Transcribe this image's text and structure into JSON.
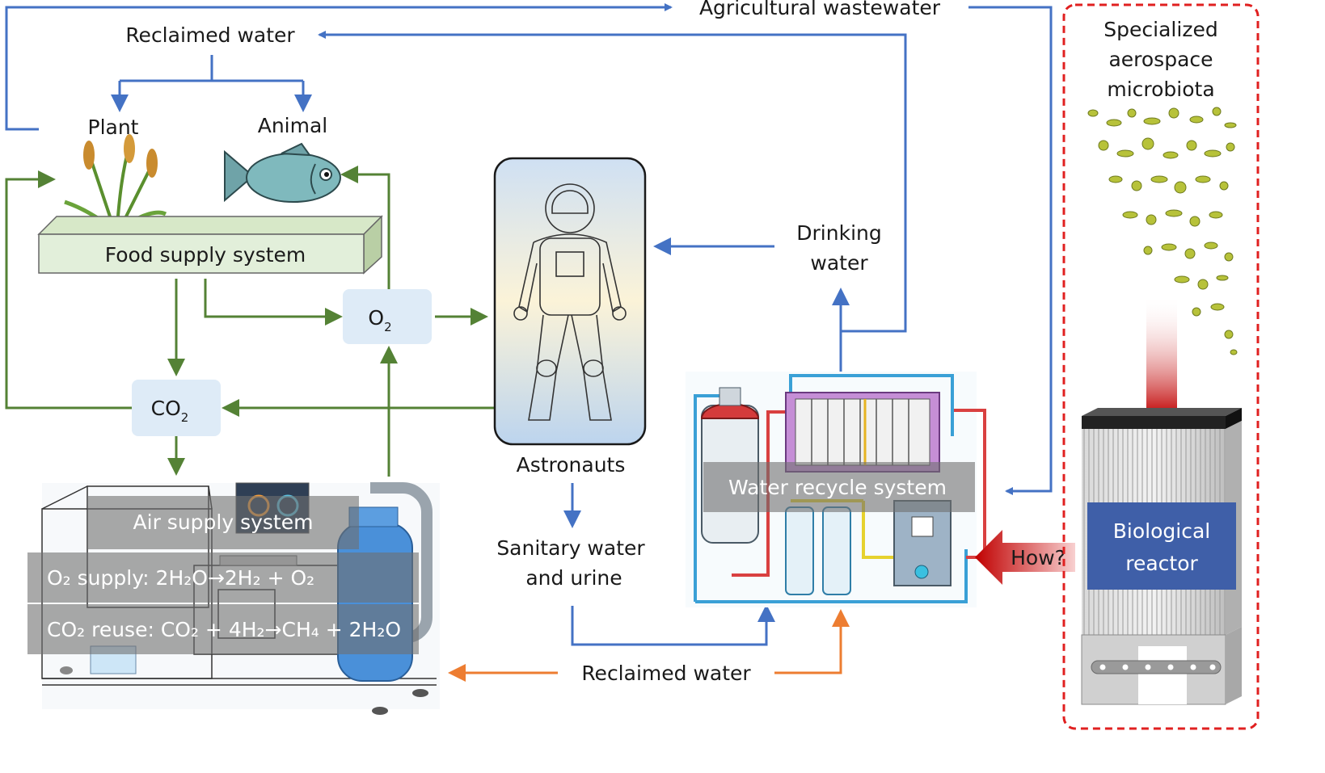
{
  "labels": {
    "agricultural_wastewater": "Agricultural wastewater",
    "reclaimed_water_top": "Reclaimed water",
    "plant": "Plant",
    "animal": "Animal",
    "food_supply_system": "Food supply system",
    "o2_box": "O",
    "o2_sub": "2",
    "co2_box": "CO",
    "co2_sub": "2",
    "drinking_water_line1": "Drinking",
    "drinking_water_line2": "water",
    "astronauts": "Astronauts",
    "sanitary_line1": "Sanitary water",
    "sanitary_line2": "and urine",
    "reclaimed_water_bottom": "Reclaimed water",
    "air_supply_system": "Air supply system",
    "o2_supply_eq": "O₂ supply: 2H₂O→2H₂ + O₂",
    "co2_reuse_eq": "CO₂ reuse: CO₂ + 4H₂→CH₄ + 2H₂O",
    "water_recycle_system": "Water recycle system",
    "how": "How?",
    "microbiota_line1": "Specialized",
    "microbiota_line2": "aerospace",
    "microbiota_line3": "microbiota",
    "bio_reactor_line1": "Biological",
    "bio_reactor_line2": "reactor"
  },
  "colors": {
    "water_flow": "#4472c4",
    "gas_flow": "#548235",
    "reclaimed_flow": "#ed7d31",
    "how_arrow": "#c00000",
    "box_fill": "#deebf7",
    "food_box_fill": "#e2efda",
    "reactor_label_bg": "#3f5fa8",
    "dashed_border": "#e02020"
  },
  "icons": {
    "plant": "wheat-icon",
    "animal": "fish-icon",
    "astronaut": "astronaut-icon",
    "microbes": "microbes-icon",
    "reactor": "bioreactor-icon",
    "water_system": "water-recycle-machine-icon",
    "air_system": "air-supply-machine-icon"
  }
}
